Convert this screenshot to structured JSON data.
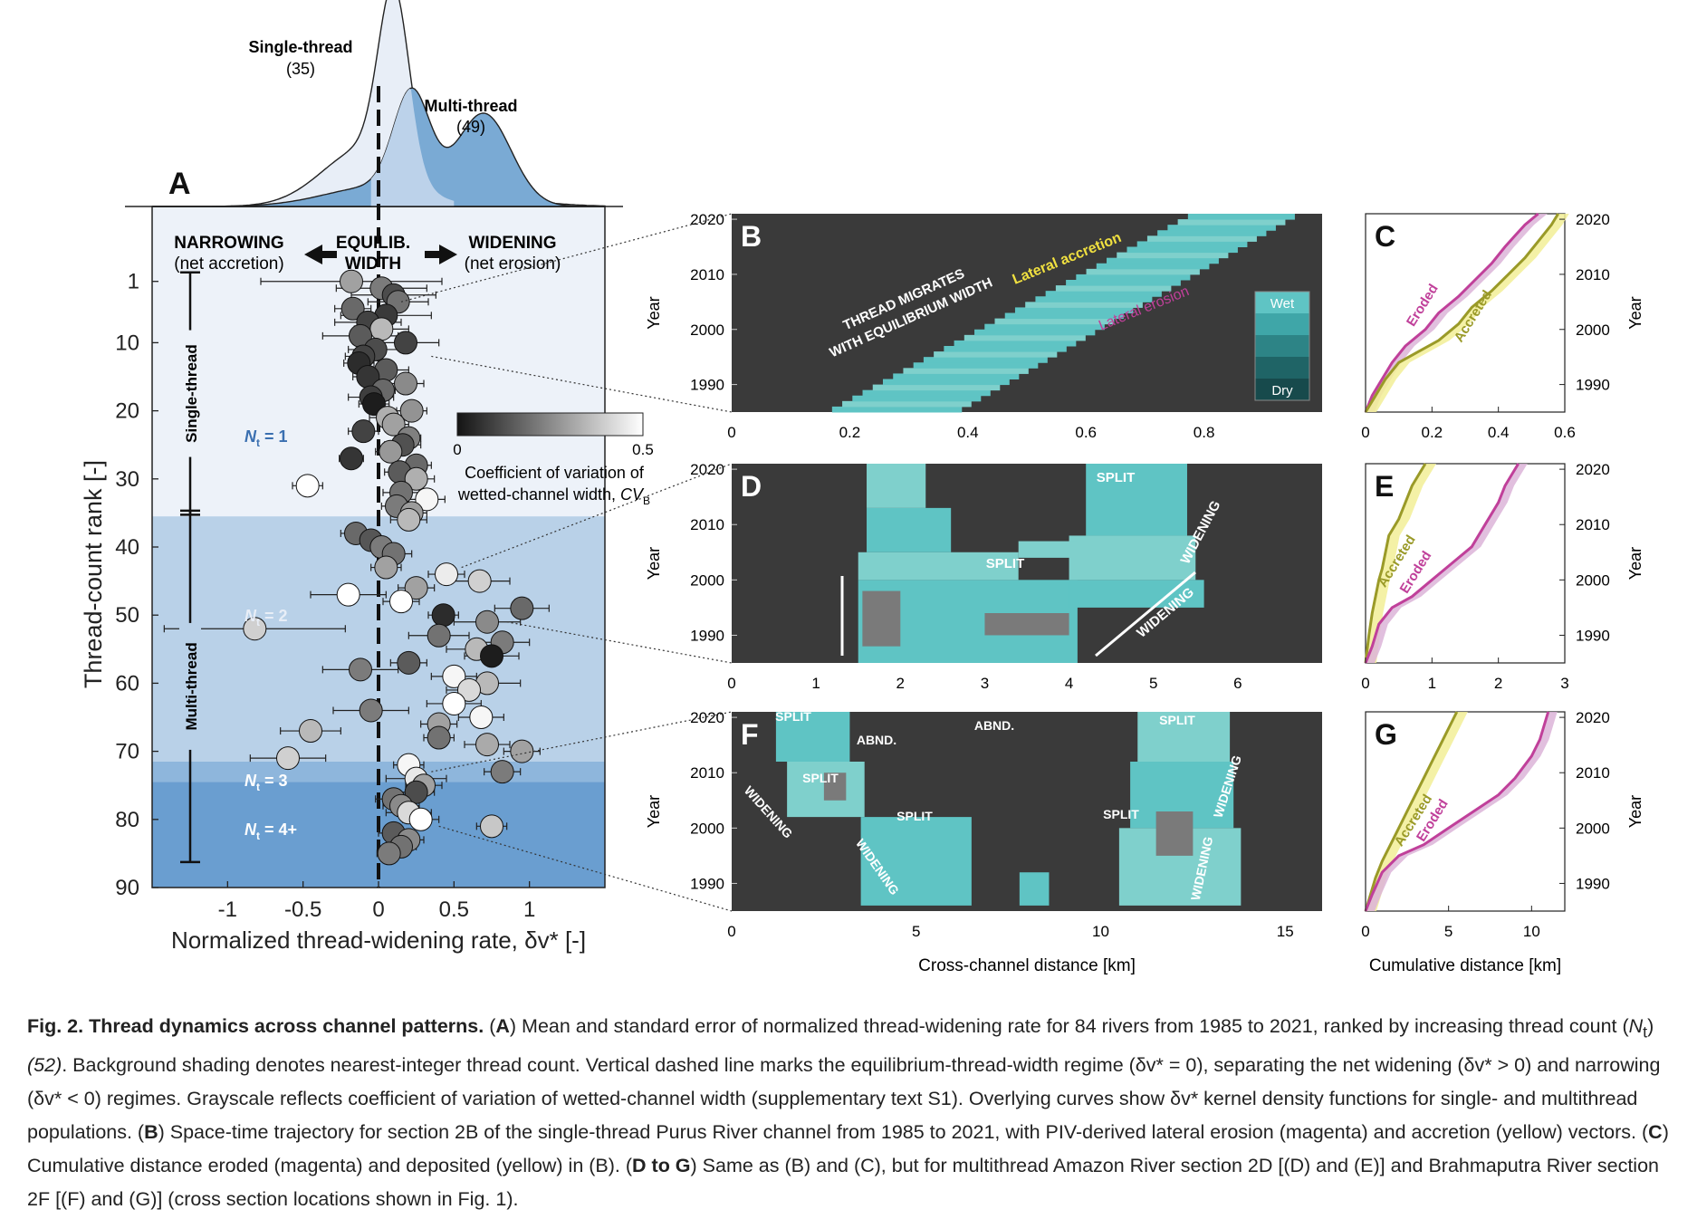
{
  "figure": {
    "panel_letters": [
      "A",
      "B",
      "C",
      "D",
      "E",
      "F",
      "G"
    ],
    "caption": {
      "title": "Fig. 2. Thread dynamics across channel patterns.",
      "p1": " (",
      "A": "A",
      "p2": ") Mean and standard error of normalized thread-widening rate for 84 rivers from 1985 to 2021, ranked by increasing thread count (",
      "nt": "N",
      "nt_sub": "t",
      "p3": ") ",
      "ref": "(52)",
      "p4": ". Background shading denotes nearest-integer thread count. Vertical dashed line marks the equilibrium-thread-width regime (δv* = 0), separating the net widening (δv* > 0) and narrowing (δv* < 0) regimes. Grayscale reflects coefficient of variation of wetted-channel width (supplementary text S1). Overlying curves show δv* kernel density functions for single- and multithread populations. (",
      "B": "B",
      "p5": ") Space-time trajectory for section 2B of the single-thread Purus River channel from 1985 to 2021, with PIV-derived lateral erosion (magenta) and accretion (yellow) vectors. (",
      "C": "C",
      "p6": ") Cumulative distance eroded (magenta) and deposited (yellow) in (B). (",
      "DG": "D to G",
      "p7": ") Same as (B) and (C), but for multithread Amazon River section 2D [(D) and (E)] and Brahmaputra River section 2F [(F) and (G)] (cross section locations shown in Fig. 1)."
    }
  },
  "colors": {
    "panel_bg": "#3a3a3a",
    "wet": "#5fc4c4",
    "wet2": "#7fd0cc",
    "dry_mid": "#7a7a7a",
    "eroded": "#c0409a",
    "accreted": "#9a9a28",
    "accreted_fill": "#f2ef96",
    "eroded_fill": "#dcb4d8",
    "shade_1": "#edf2f9",
    "shade_2": "#b9d1e8",
    "shade_3": "#8eb6dc",
    "shade_4": "#6a9ed0",
    "kde_single": "#e8eef7",
    "kde_mid": "#bcd2ea",
    "kde_multi": "#7aaad4",
    "arrow_yellow": "#f0e040"
  },
  "chart_data": [
    {
      "panel": "A",
      "type": "scatter",
      "xlabel": "Normalized thread-widening rate, δv* [-]",
      "ylabel": "Thread-count rank [-]",
      "xlim": [
        -1.5,
        1.5
      ],
      "ylim": [
        90,
        -10
      ],
      "xticks": [
        "-1",
        "-0.5",
        "0",
        "0.5",
        "1"
      ],
      "xtick_values": [
        -1,
        -0.5,
        0,
        0.5,
        1
      ],
      "yticks": [
        "1",
        "10",
        "20",
        "30",
        "40",
        "50",
        "60",
        "70",
        "80",
        "90"
      ],
      "ytick_values": [
        1,
        10,
        20,
        30,
        40,
        50,
        60,
        70,
        80,
        90
      ],
      "regime_labels": {
        "narrowing": "NARROWING",
        "narrowing_sub": "(net accretion)",
        "equilib": "EQUILIB.",
        "equilib_sub": "WIDTH",
        "widening": "WIDENING",
        "widening_sub": "(net erosion)"
      },
      "group_labels": {
        "single": "Single-thread",
        "multi": "Multi-thread",
        "nt1": "= 1",
        "nt2": "= 2",
        "nt3": "= 3",
        "nt4": "= 4+",
        "nt_symbol": "N",
        "nt_sub": "t"
      },
      "kde_labels": {
        "single": "Single-thread",
        "single_n": "(35)",
        "multi": "Multi-thread",
        "multi_n": "(49)"
      },
      "colorbar": {
        "label_line1": "Coefficient of variation of",
        "label_line2": "wetted-channel width,",
        "symbol": "CV",
        "symbol_sub": "B",
        "min": "0",
        "max": "0.5",
        "range": [
          0,
          0.5
        ]
      },
      "shading_rank_bounds": [
        [
          -10,
          35.5
        ],
        [
          35.5,
          71.5
        ],
        [
          71.5,
          74.5
        ],
        [
          74.5,
          90
        ]
      ],
      "group_brackets": {
        "single": [
          1,
          35
        ],
        "multi": [
          36,
          86
        ]
      },
      "points": [
        {
          "rank": 1,
          "x": -0.18,
          "cv": 0.3,
          "err": 0.6
        },
        {
          "rank": 2,
          "x": 0.02,
          "cv": 0.22,
          "err": 0.3
        },
        {
          "rank": 3,
          "x": 0.1,
          "cv": 0.12,
          "err": 0.28
        },
        {
          "rank": 4,
          "x": 0.13,
          "cv": 0.2,
          "err": 0.2
        },
        {
          "rank": 5,
          "x": -0.17,
          "cv": 0.18,
          "err": 0.12
        },
        {
          "rank": 6,
          "x": 0.05,
          "cv": 0.08,
          "err": 0.3
        },
        {
          "rank": 7,
          "x": -0.07,
          "cv": 0.1,
          "err": 0.22
        },
        {
          "rank": 8,
          "x": 0.02,
          "cv": 0.35,
          "err": 0.18
        },
        {
          "rank": 9,
          "x": -0.12,
          "cv": 0.15,
          "err": 0.25
        },
        {
          "rank": 10,
          "x": 0.18,
          "cv": 0.1,
          "err": 0.22
        },
        {
          "rank": 11,
          "x": -0.02,
          "cv": 0.12,
          "err": 0.18
        },
        {
          "rank": 12,
          "x": -0.1,
          "cv": 0.1,
          "err": 0.12
        },
        {
          "rank": 13,
          "x": -0.13,
          "cv": 0.05,
          "err": 0.1
        },
        {
          "rank": 14,
          "x": 0.05,
          "cv": 0.15,
          "err": 0.15
        },
        {
          "rank": 15,
          "x": -0.07,
          "cv": 0.07,
          "err": 0.1
        },
        {
          "rank": 16,
          "x": 0.18,
          "cv": 0.25,
          "err": 0.12
        },
        {
          "rank": 17,
          "x": 0.03,
          "cv": 0.18,
          "err": 0.08
        },
        {
          "rank": 18,
          "x": -0.05,
          "cv": 0.09,
          "err": 0.15
        },
        {
          "rank": 19,
          "x": -0.03,
          "cv": 0.02,
          "err": 0.1
        },
        {
          "rank": 20,
          "x": 0.22,
          "cv": 0.27,
          "err": 0.1
        },
        {
          "rank": 21,
          "x": 0.06,
          "cv": 0.33,
          "err": 0.12
        },
        {
          "rank": 22,
          "x": 0.1,
          "cv": 0.3,
          "err": 0.1
        },
        {
          "rank": 23,
          "x": -0.1,
          "cv": 0.1,
          "err": 0.1
        },
        {
          "rank": 24,
          "x": 0.2,
          "cv": 0.23,
          "err": 0.08
        },
        {
          "rank": 25,
          "x": 0.16,
          "cv": 0.13,
          "err": 0.12
        },
        {
          "rank": 26,
          "x": 0.08,
          "cv": 0.28,
          "err": 0.1
        },
        {
          "rank": 27,
          "x": -0.18,
          "cv": 0.07,
          "err": 0.08
        },
        {
          "rank": 28,
          "x": 0.25,
          "cv": 0.18,
          "err": 0.1
        },
        {
          "rank": 29,
          "x": 0.14,
          "cv": 0.15,
          "err": 0.1
        },
        {
          "rank": 30,
          "x": 0.25,
          "cv": 0.33,
          "err": 0.12
        },
        {
          "rank": 31,
          "x": -0.47,
          "cv": 0.5,
          "err": 0.1
        },
        {
          "rank": 32,
          "x": 0.15,
          "cv": 0.2,
          "err": 0.12
        },
        {
          "rank": 33,
          "x": 0.32,
          "cv": 0.48,
          "err": 0.12
        },
        {
          "rank": 34,
          "x": 0.12,
          "cv": 0.22,
          "err": 0.1
        },
        {
          "rank": 35,
          "x": 0.22,
          "cv": 0.29,
          "err": 0.1
        },
        {
          "rank": 36,
          "x": 0.2,
          "cv": 0.35,
          "err": 0.12
        },
        {
          "rank": 38,
          "x": -0.15,
          "cv": 0.18,
          "err": 0.1
        },
        {
          "rank": 39,
          "x": -0.05,
          "cv": 0.14,
          "err": 0.08
        },
        {
          "rank": 40,
          "x": 0.02,
          "cv": 0.22,
          "err": 0.1
        },
        {
          "rank": 41,
          "x": 0.1,
          "cv": 0.2,
          "err": 0.12
        },
        {
          "rank": 43,
          "x": 0.05,
          "cv": 0.3,
          "err": 0.1
        },
        {
          "rank": 44,
          "x": 0.45,
          "cv": 0.46,
          "err": 0.12
        },
        {
          "rank": 45,
          "x": 0.67,
          "cv": 0.4,
          "err": 0.2
        },
        {
          "rank": 46,
          "x": 0.25,
          "cv": 0.3,
          "err": 0.12
        },
        {
          "rank": 47,
          "x": -0.2,
          "cv": 0.5,
          "err": 0.25
        },
        {
          "rank": 48,
          "x": 0.15,
          "cv": 0.5,
          "err": 0.12
        },
        {
          "rank": 49,
          "x": 0.95,
          "cv": 0.18,
          "err": 0.18
        },
        {
          "rank": 50,
          "x": 0.43,
          "cv": 0.05,
          "err": 0.1
        },
        {
          "rank": 51,
          "x": 0.72,
          "cv": 0.25,
          "err": 0.22
        },
        {
          "rank": 52,
          "x": -0.82,
          "cv": 0.4,
          "err": 0.6
        },
        {
          "rank": 53,
          "x": 0.4,
          "cv": 0.2,
          "err": 0.2
        },
        {
          "rank": 54,
          "x": 0.82,
          "cv": 0.22,
          "err": 0.18
        },
        {
          "rank": 55,
          "x": 0.65,
          "cv": 0.35,
          "err": 0.2
        },
        {
          "rank": 56,
          "x": 0.75,
          "cv": 0.02,
          "err": 0.18
        },
        {
          "rank": 57,
          "x": 0.2,
          "cv": 0.15,
          "err": 0.12
        },
        {
          "rank": 58,
          "x": -0.12,
          "cv": 0.22,
          "err": 0.25
        },
        {
          "rank": 59,
          "x": 0.5,
          "cv": 0.48,
          "err": 0.15
        },
        {
          "rank": 60,
          "x": 0.72,
          "cv": 0.35,
          "err": 0.22
        },
        {
          "rank": 61,
          "x": 0.6,
          "cv": 0.42,
          "err": 0.15
        },
        {
          "rank": 63,
          "x": 0.5,
          "cv": 0.5,
          "err": 0.18
        },
        {
          "rank": 64,
          "x": -0.05,
          "cv": 0.22,
          "err": 0.25
        },
        {
          "rank": 65,
          "x": 0.68,
          "cv": 0.48,
          "err": 0.15
        },
        {
          "rank": 66,
          "x": 0.4,
          "cv": 0.3,
          "err": 0.12
        },
        {
          "rank": 67,
          "x": -0.45,
          "cv": 0.35,
          "err": 0.2
        },
        {
          "rank": 68,
          "x": 0.4,
          "cv": 0.2,
          "err": 0.1
        },
        {
          "rank": 69,
          "x": 0.72,
          "cv": 0.32,
          "err": 0.15
        },
        {
          "rank": 70,
          "x": 0.95,
          "cv": 0.3,
          "err": 0.12
        },
        {
          "rank": 71,
          "x": -0.6,
          "cv": 0.4,
          "err": 0.25
        },
        {
          "rank": 72,
          "x": 0.2,
          "cv": 0.48,
          "err": 0.1
        },
        {
          "rank": 73,
          "x": 0.82,
          "cv": 0.22,
          "err": 0.12
        },
        {
          "rank": 74,
          "x": 0.25,
          "cv": 0.45,
          "err": 0.2
        },
        {
          "rank": 75,
          "x": 0.3,
          "cv": 0.3,
          "err": 0.12
        },
        {
          "rank": 76,
          "x": 0.25,
          "cv": 0.12,
          "err": 0.12
        },
        {
          "rank": 77,
          "x": 0.1,
          "cv": 0.2,
          "err": 0.12
        },
        {
          "rank": 78,
          "x": 0.15,
          "cv": 0.25,
          "err": 0.12
        },
        {
          "rank": 79,
          "x": 0.2,
          "cv": 0.42,
          "err": 0.15
        },
        {
          "rank": 80,
          "x": 0.28,
          "cv": 0.5,
          "err": 0.12
        },
        {
          "rank": 81,
          "x": 0.75,
          "cv": 0.38,
          "err": 0.1
        },
        {
          "rank": 82,
          "x": 0.1,
          "cv": 0.15,
          "err": 0.1
        },
        {
          "rank": 83,
          "x": 0.2,
          "cv": 0.25,
          "err": 0.1
        },
        {
          "rank": 84,
          "x": 0.15,
          "cv": 0.2,
          "err": 0.1
        },
        {
          "rank": 85,
          "x": 0.07,
          "cv": 0.22,
          "err": 0.08
        }
      ]
    },
    {
      "panel": "B",
      "type": "heatmap",
      "ylabel": "Year",
      "xticks": [
        "0",
        "0.2",
        "0.4",
        "0.6",
        "0.8"
      ],
      "xtick_values": [
        0,
        0.2,
        0.4,
        0.6,
        0.8
      ],
      "xlim": [
        0,
        1.0
      ],
      "yticks": [
        "1990",
        "2000",
        "2010",
        "2020"
      ],
      "ytick_values": [
        1990,
        2000,
        2010,
        2020
      ],
      "ylim": [
        1985,
        2021
      ],
      "annotations": [
        "THREAD MIGRATES",
        "WITH EQUILIBRIUM WIDTH",
        "Lateral accretion",
        "Lateral erosion"
      ],
      "legend": {
        "wet": "Wet",
        "dry": "Dry"
      }
    },
    {
      "panel": "C",
      "type": "line",
      "ylabel": "Year",
      "xticks": [
        "0",
        "0.2",
        "0.4",
        "0.6"
      ],
      "xtick_values": [
        0,
        0.2,
        0.4,
        0.6
      ],
      "xlim": [
        0,
        0.6
      ],
      "yticks": [
        "1990",
        "2000",
        "2010",
        "2020"
      ],
      "ytick_values": [
        1990,
        2000,
        2010,
        2020
      ],
      "ylim": [
        1985,
        2021
      ],
      "series": [
        {
          "name": "Eroded",
          "x": [
            0,
            0.02,
            0.05,
            0.08,
            0.12,
            0.18,
            0.22,
            0.28,
            0.33,
            0.38,
            0.42,
            0.45,
            0.48,
            0.52
          ],
          "y": [
            1985,
            1988,
            1991,
            1994,
            1997,
            2000,
            2003,
            2006,
            2009,
            2012,
            2015,
            2017,
            2019,
            2021
          ]
        },
        {
          "name": "Accreted",
          "x": [
            0,
            0.03,
            0.06,
            0.1,
            0.16,
            0.22,
            0.28,
            0.32,
            0.38,
            0.43,
            0.48,
            0.52,
            0.56,
            0.58
          ],
          "y": [
            1985,
            1988,
            1991,
            1994,
            1996,
            1998,
            2001,
            2004,
            2007,
            2010,
            2013,
            2016,
            2019,
            2021
          ]
        }
      ]
    },
    {
      "panel": "D",
      "type": "heatmap",
      "ylabel": "Year",
      "xticks": [
        "0",
        "1",
        "2",
        "3",
        "4",
        "5",
        "6"
      ],
      "xtick_values": [
        0,
        1,
        2,
        3,
        4,
        5,
        6
      ],
      "xlim": [
        0,
        7
      ],
      "yticks": [
        "1990",
        "2000",
        "2010",
        "2020"
      ],
      "ytick_values": [
        1990,
        2000,
        2010,
        2020
      ],
      "ylim": [
        1985,
        2021
      ],
      "annotations": [
        "SPLIT",
        "SPLIT",
        "WIDENING",
        "WIDENING"
      ]
    },
    {
      "panel": "E",
      "type": "line",
      "ylabel": "Year",
      "xticks": [
        "0",
        "1",
        "2",
        "3"
      ],
      "xtick_values": [
        0,
        1,
        2,
        3
      ],
      "xlim": [
        0,
        3
      ],
      "yticks": [
        "1990",
        "2000",
        "2010",
        "2020"
      ],
      "ytick_values": [
        1990,
        2000,
        2010,
        2020
      ],
      "ylim": [
        1985,
        2021
      ],
      "series": [
        {
          "name": "Accreted",
          "x": [
            0,
            0.05,
            0.1,
            0.15,
            0.2,
            0.25,
            0.3,
            0.35,
            0.5,
            0.6,
            0.7,
            0.9
          ],
          "y": [
            1985,
            1990,
            1994,
            1997,
            2000,
            2002,
            2005,
            2008,
            2011,
            2014,
            2017,
            2021
          ]
        },
        {
          "name": "Eroded",
          "x": [
            0,
            0.1,
            0.2,
            0.4,
            0.7,
            1.0,
            1.3,
            1.6,
            1.8,
            2.0,
            2.1,
            2.3
          ],
          "y": [
            1985,
            1988,
            1992,
            1995,
            1997,
            2000,
            2003,
            2006,
            2010,
            2014,
            2017,
            2021
          ]
        }
      ]
    },
    {
      "panel": "F",
      "type": "heatmap",
      "ylabel": "Year",
      "xlabel": "Cross-channel distance [km]",
      "xticks": [
        "0",
        "5",
        "10",
        "15"
      ],
      "xtick_values": [
        0,
        5,
        10,
        15
      ],
      "xlim": [
        0,
        16
      ],
      "yticks": [
        "1990",
        "2000",
        "2010",
        "2020"
      ],
      "ytick_values": [
        1990,
        2000,
        2010,
        2020
      ],
      "ylim": [
        1985,
        2021
      ],
      "annotations": [
        "SPLIT",
        "ABND.",
        "ABND.",
        "SPLIT",
        "SPLIT",
        "SPLIT",
        "SPLIT",
        "WIDENING",
        "WIDENING",
        "WIDENING",
        "WIDENING"
      ]
    },
    {
      "panel": "G",
      "type": "line",
      "ylabel": "Year",
      "xlabel": "Cumulative distance [km]",
      "xticks": [
        "0",
        "5",
        "10"
      ],
      "xtick_values": [
        0,
        5,
        10
      ],
      "xlim": [
        0,
        12
      ],
      "yticks": [
        "1990",
        "2000",
        "2010",
        "2020"
      ],
      "ytick_values": [
        1990,
        2000,
        2010,
        2020
      ],
      "ylim": [
        1985,
        2021
      ],
      "series": [
        {
          "name": "Accreted",
          "x": [
            0,
            0.3,
            0.6,
            1.0,
            1.5,
            2.0,
            2.5,
            3.0,
            3.5,
            4.0,
            4.5,
            5.5
          ],
          "y": [
            1985,
            1988,
            1991,
            1994,
            1997,
            2000,
            2003,
            2006,
            2009,
            2012,
            2015,
            2021
          ]
        },
        {
          "name": "Eroded",
          "x": [
            0,
            0.4,
            1.0,
            2.0,
            3.5,
            5.0,
            6.5,
            8.0,
            9.0,
            10.0,
            10.5,
            11.0
          ],
          "y": [
            1985,
            1988,
            1992,
            1995,
            1997,
            2000,
            2003,
            2006,
            2009,
            2013,
            2016,
            2021
          ]
        }
      ]
    }
  ]
}
